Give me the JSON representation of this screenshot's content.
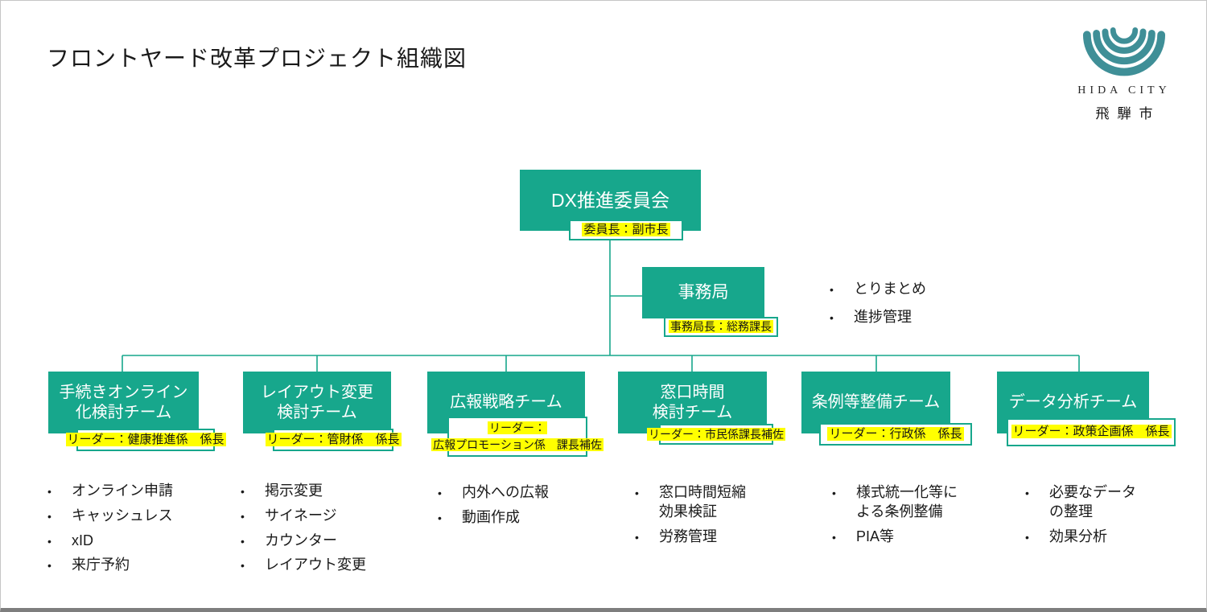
{
  "page": {
    "title": "フロントヤード改革プロジェクト組織図"
  },
  "logo": {
    "name_en": "HIDA CITY",
    "name_ja": "飛騨市"
  },
  "colors": {
    "box_teal": "#17A78C",
    "logo_teal": "#3F8F97",
    "highlight_yellow": "#FFFF00"
  },
  "committee": {
    "name": "DX推進委員会",
    "role": "委員長：副市長"
  },
  "secretariat": {
    "name": "事務局",
    "role": "事務局長：総務課長",
    "notes": [
      "とりまとめ",
      "進捗管理"
    ]
  },
  "teams": [
    {
      "name": "手続きオンライン\n化検討チーム",
      "leader": "リーダー：健康推進係　係長",
      "tasks": [
        "オンライン申請",
        "キャッシュレス",
        "xID",
        "来庁予約"
      ]
    },
    {
      "name": "レイアウト変更\n検討チーム",
      "leader": "リーダー：管財係　係長",
      "tasks": [
        "掲示変更",
        "サイネージ",
        "カウンター",
        "レイアウト変更"
      ]
    },
    {
      "name": "広報戦略チーム",
      "leader": "リーダー：\n広報プロモーション係　課長補佐",
      "tasks": [
        "内外への広報",
        "動画作成"
      ]
    },
    {
      "name": "窓口時間\n検討チーム",
      "leader": "リーダー：市民係課長補佐",
      "tasks": [
        "窓口時間短縮\n効果検証",
        "労務管理"
      ]
    },
    {
      "name": "条例等整備チーム",
      "leader": "リーダー：行政係　係長",
      "tasks": [
        "様式統一化等に\nよる条例整備",
        "PIA等"
      ]
    },
    {
      "name": "データ分析チーム",
      "leader": "リーダー：政策企画係　係長",
      "tasks": [
        "必要なデータ\nの整理",
        "効果分析"
      ]
    }
  ]
}
